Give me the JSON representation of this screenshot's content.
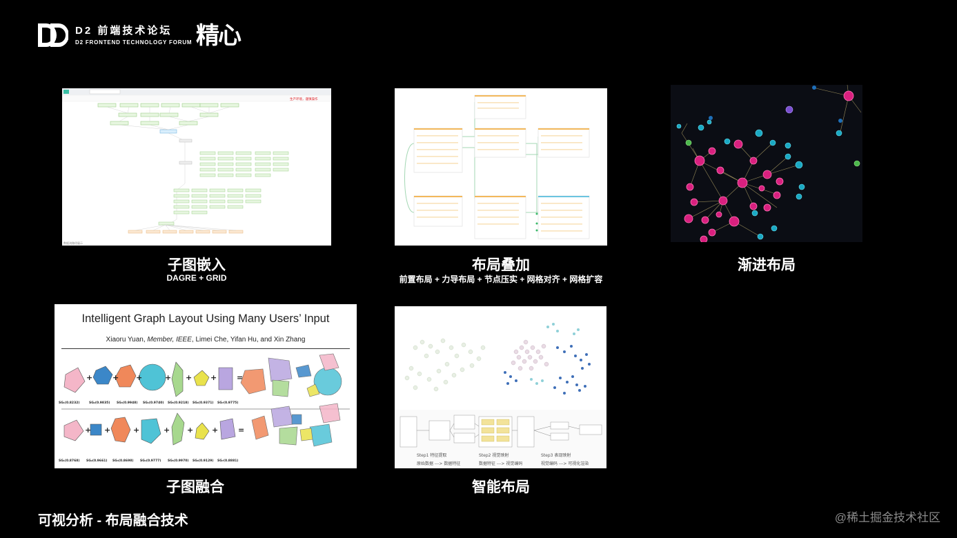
{
  "brand": {
    "logo_letters": "DD",
    "name_cn": "D2 前端技术论坛",
    "name_en": "D2 FRONTEND TECHNOLOGY FORUM",
    "brush_text": "精心"
  },
  "panels": [
    {
      "caption": "子图嵌入",
      "subcaption": "DAGRE + GRID"
    },
    {
      "caption": "布局叠加",
      "subcaption": "前置布局 + 力导布局 + 节点压实 + 网格对齐 + 网格扩容"
    },
    {
      "caption": "渐进布局",
      "subcaption": ""
    },
    {
      "caption": "子图融合",
      "subcaption": ""
    },
    {
      "caption": "智能布局",
      "subcaption": ""
    }
  ],
  "screenshot1": {
    "alert_text": "生产环境，谨慎操作",
    "footer_text": "数据流路径展示"
  },
  "paper": {
    "title": "Intelligent Graph Layout Using Many Users’ Input",
    "authors_plain_1": "Xiaoru Yuan, ",
    "authors_italic": "Member, IEEE",
    "authors_plain_2": ", Limei Che, Yifan Hu, and Xin Zhang",
    "scores_row1": [
      "SG₁(0.8232)",
      "SG₂(0.9835)",
      "SG₃(0.9948)",
      "SG₄(0.9740)",
      "SG₅(0.9218)",
      "SG₆(0.9371)",
      "SG₇(0.9775)"
    ],
    "scores_row2": [
      "SG₁(0.8768)",
      "SG₂(0.9661)",
      "SG₃(0.8698)",
      "SG₄(0.9777)",
      "SG₅(0.9970)",
      "SG₆(0.9129)",
      "SG₇(0.8881)"
    ]
  },
  "smart_layout": {
    "steps": [
      "Step1 特征提取",
      "Step2 视觉映射",
      "Step3 表现映射"
    ],
    "flows": [
      "原始数据 ---> 数据特征",
      "数据特征 ---> 视觉编码",
      "视觉编码 ---> 可视化渲染"
    ]
  },
  "footer": {
    "title": "可视分析 - 布局融合技术",
    "watermark": "@稀土掘金技术社区"
  },
  "colors": {
    "background": "#000000",
    "magenta_node": "#d9207f",
    "cyan_node": "#1aa9c4",
    "alert_red": "#e0262b",
    "paper_orange": "#f0885a",
    "paper_cyan": "#4fc3d6",
    "paper_purple": "#a898d9"
  }
}
